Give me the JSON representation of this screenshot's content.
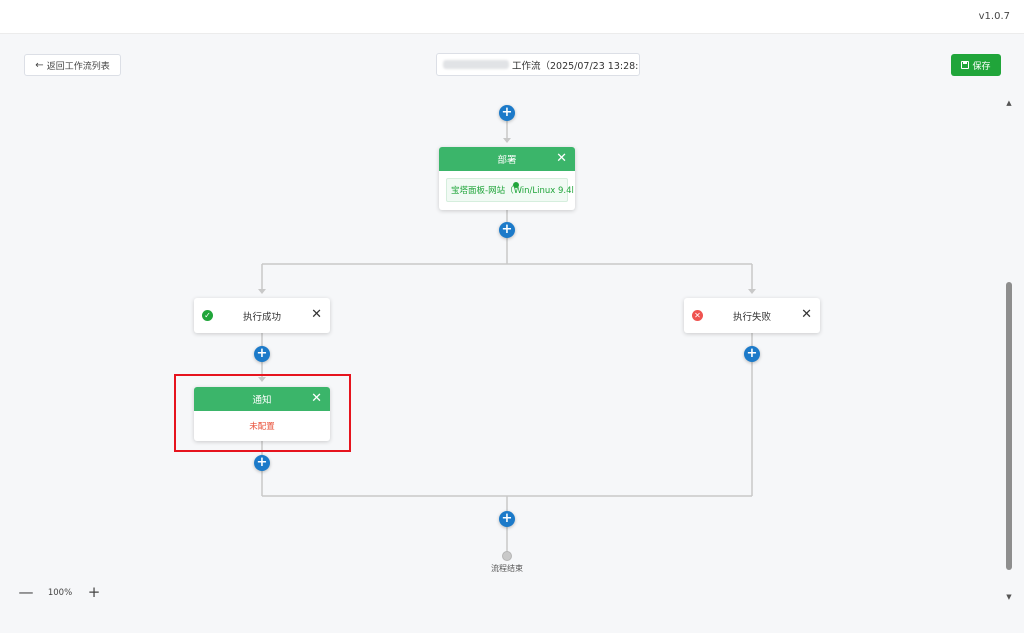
{
  "header": {
    "version": "v1.0.7",
    "back_label": "返回工作流列表",
    "title_value": "工作流（2025/07/23 13:28:",
    "save_label": "保存"
  },
  "nodes": {
    "deploy": {
      "title": "部署",
      "item": "宝塔面板-网站（Win/Linux 9.4l"
    },
    "success_branch": {
      "label": "执行成功"
    },
    "fail_branch": {
      "label": "执行失败"
    },
    "notify": {
      "title": "通知",
      "status": "未配置"
    },
    "end": {
      "label": "流程结束"
    }
  },
  "zoom": {
    "level": "100%"
  },
  "colors": {
    "primary_green": "#20a53a",
    "node_header_green": "#3bb56a",
    "add_button_blue": "#1c7ac9",
    "error_red": "#e9513a",
    "highlight_red": "#e6141e"
  },
  "icons": {
    "close": "close-icon",
    "add": "plus-icon",
    "success": "check-circle-icon",
    "fail": "x-circle-icon",
    "save": "floppy-icon",
    "back": "arrow-left-icon"
  }
}
